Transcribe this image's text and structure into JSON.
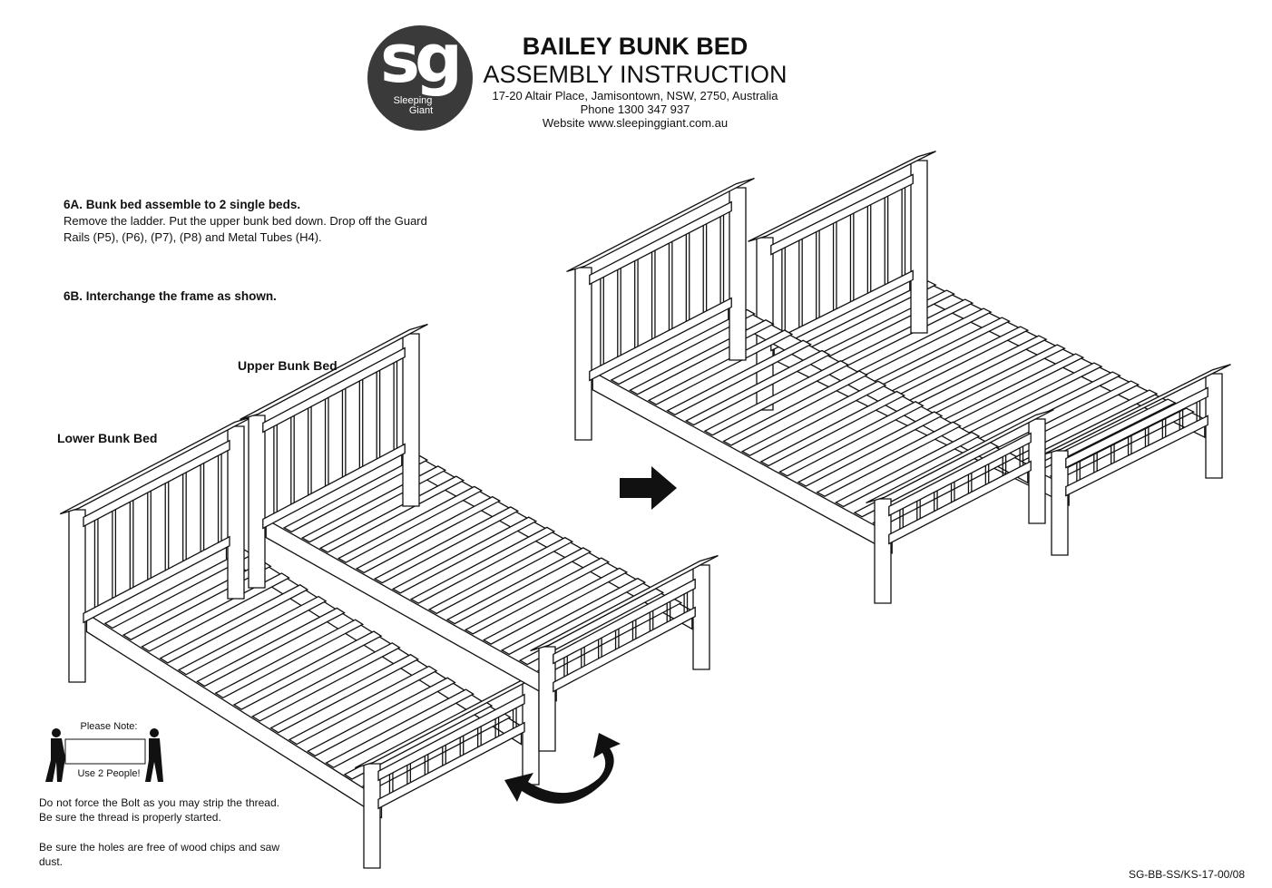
{
  "header": {
    "logo": {
      "mark": "sg",
      "brand_line1": "Sleeping",
      "brand_line2": "Giant"
    },
    "title": "BAILEY BUNK BED",
    "subtitle": "ASSEMBLY INSTRUCTION",
    "address": "17-20 Altair Place, Jamisontown, NSW, 2750, Australia",
    "phone": "Phone 1300 347 937",
    "website": "Website www.sleepinggiant.com.au"
  },
  "steps": [
    {
      "heading": "6A. Bunk bed assemble to 2 single beds.",
      "text": "Remove the ladder. Put the upper bunk bed down. Drop off the Guard Rails (P5), (P6), (P7), (P8) and Metal Tubes (H4)."
    },
    {
      "heading": "6B. Interchange the frame as shown.",
      "text": ""
    }
  ],
  "labels": {
    "upper": "Upper Bunk Bed",
    "lower": "Lower Bunk Bed"
  },
  "note": {
    "top": "Please Note:",
    "bottom": "Use 2 People!"
  },
  "warnings": [
    "Do not force the Bolt as you may strip the thread. Be sure the thread is properly started.",
    "Be sure the holes are free of wood chips and saw dust."
  ],
  "doc_code": "SG-BB-SS/KS-17-00/08"
}
